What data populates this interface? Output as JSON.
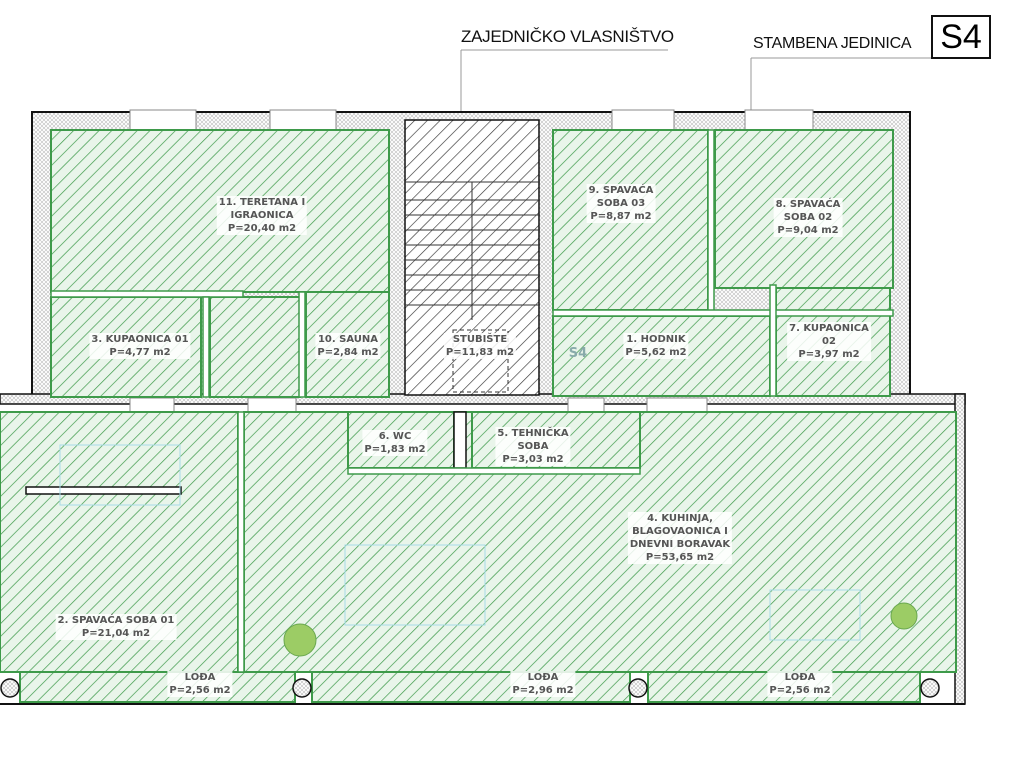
{
  "header": {
    "common_area_label": "ZAJEDNIČKO VLASNIŠTVO",
    "unit_label": "STAMBENA  JEDINICA",
    "unit_code": "S4"
  },
  "colors": {
    "room_hatch": "#3e9a4a",
    "room_fill": "#e9f5ea",
    "common_hatch": "#333333",
    "wall": "#111111",
    "furniture": "#a8dce8",
    "label_text": "#555555"
  },
  "rooms": [
    {
      "id": "r11",
      "lines": [
        "11. TERETANA I",
        "IGRAONICA",
        "P=20,40 m2"
      ]
    },
    {
      "id": "r3",
      "lines": [
        "3. KUPAONICA 01",
        "P=4,77 m2"
      ]
    },
    {
      "id": "r10",
      "lines": [
        "10. SAUNA",
        "P=2,84 m2"
      ]
    },
    {
      "id": "stair",
      "lines": [
        "STUBIŠTE",
        "P=11,83 m2"
      ]
    },
    {
      "id": "r9",
      "lines": [
        "9. SPAVAĆA",
        "SOBA 03",
        "P=8,87 m2"
      ]
    },
    {
      "id": "r8",
      "lines": [
        "8. SPAVAĆA",
        "SOBA 02",
        "P=9,04 m2"
      ]
    },
    {
      "id": "r1",
      "lines": [
        "1. HODNIK",
        "P=5,62 m2"
      ]
    },
    {
      "id": "r7",
      "lines": [
        "7. KUPAONICA",
        "02",
        "P=3,97 m2"
      ]
    },
    {
      "id": "r6",
      "lines": [
        "6. WC",
        "P=1,83 m2"
      ]
    },
    {
      "id": "r5",
      "lines": [
        "5. TEHNIČKA",
        "SOBA",
        "P=3,03 m2"
      ]
    },
    {
      "id": "r4",
      "lines": [
        "4. KUHINJA,",
        "BLAGOVAONICA I",
        "DNEVNI BORAVAK",
        "P=53,65 m2"
      ]
    },
    {
      "id": "r2",
      "lines": [
        "2. SPAVAĆA SOBA 01",
        "P=21,04 m2"
      ]
    },
    {
      "id": "l1",
      "lines": [
        "LOĐA",
        "P=2,56 m2"
      ]
    },
    {
      "id": "l2",
      "lines": [
        "LOĐA",
        "P=2,96 m2"
      ]
    },
    {
      "id": "l3",
      "lines": [
        "LOĐA",
        "P=2,56 m2"
      ]
    }
  ],
  "hallway_tag": "S4"
}
